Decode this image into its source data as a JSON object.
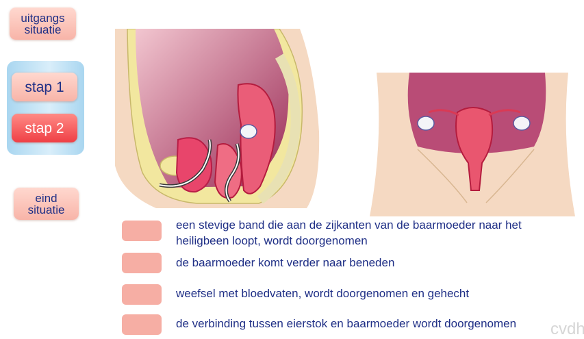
{
  "nav": {
    "start_label": "uitgangs\nsituatie",
    "step1_label": "stap 1",
    "step2_label": "stap 2",
    "end_label": "eind\nsituatie"
  },
  "legend": [
    {
      "text_line1": "een stevige band die aan de zijkanten van de baarmoeder naar het",
      "text_line2": "heiligbeen loopt, wordt doorgenomen"
    },
    {
      "text_line1": "de baarmoeder komt verder naar beneden"
    },
    {
      "text_line1": "weefsel met bloedvaten, wordt doorgenomen en gehecht"
    },
    {
      "text_line1": "de verbinding tussen eierstok en baarmoeder wordt doorgenomen"
    }
  ],
  "watermark": "cvdh",
  "colors": {
    "nav_text": "#1f2f86",
    "button_fill": "#f8b4a8",
    "active_button_fill": "#ef3f45",
    "step_panel": "#bfe2f6",
    "legend_swatch": "#f6aea4"
  }
}
